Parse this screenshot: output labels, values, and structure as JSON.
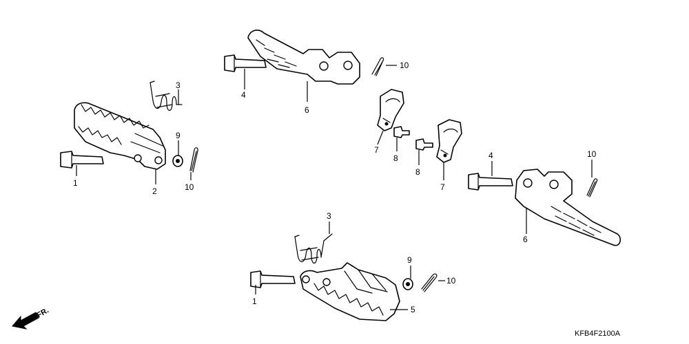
{
  "callouts": {
    "c1a": "1",
    "c1b": "1",
    "c2": "2",
    "c3a": "3",
    "c3b": "3",
    "c4a": "4",
    "c4b": "4",
    "c5": "5",
    "c6a": "6",
    "c6b": "6",
    "c7a": "7",
    "c7b": "7",
    "c8a": "8",
    "c8b": "8",
    "c9a": "9",
    "c9b": "9",
    "c10a": "10",
    "c10b": "10",
    "c10c": "10",
    "c10d": "10"
  },
  "direction_label": "FR.",
  "diagram_code": "KFB4F2100A"
}
